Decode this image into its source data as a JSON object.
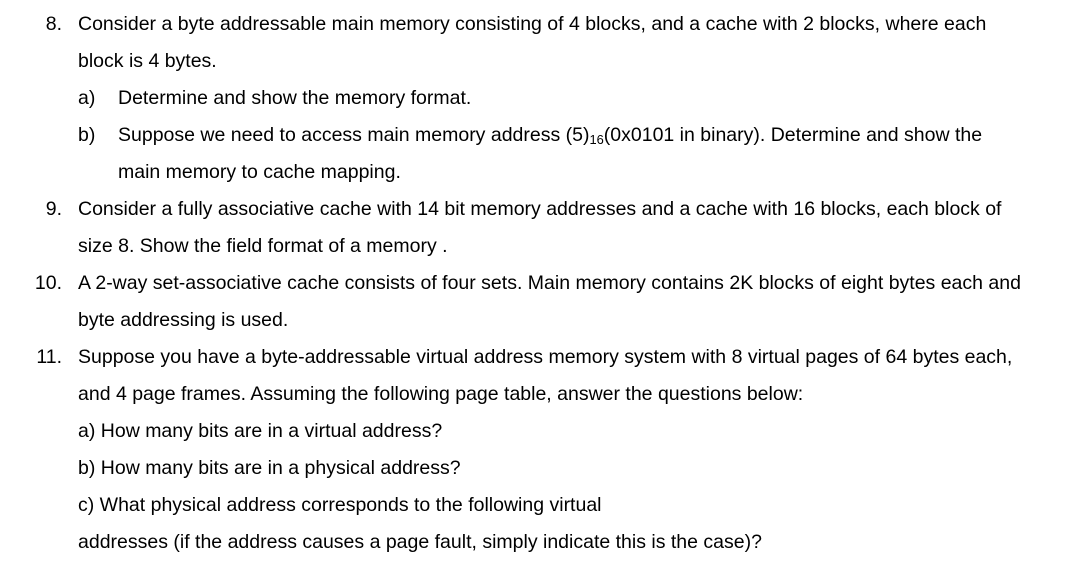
{
  "document": {
    "background_color": "#ffffff",
    "text_color": "#000000",
    "questions": [
      {
        "number": "8.",
        "text": "Consider a byte addressable main memory consisting of 4 blocks, and a cache with 2 blocks, where each block is 4 bytes.",
        "subitems": [
          {
            "marker": "a)",
            "text": "Determine and show the memory format."
          },
          {
            "marker": "b)",
            "text_before_sub": "Suppose we need to access main memory address (5)",
            "subscript": "16",
            "text_after_sub": "(0x0101 in binary). Determine and show the main memory to cache mapping."
          }
        ]
      },
      {
        "number": "9.",
        "text": "Consider a fully associative cache with 14 bit memory addresses and a cache with 16 blocks, each block of size 8. Show the field format of a memory ."
      },
      {
        "number": "10.",
        "text": "A 2-way set-associative cache consists of four sets. Main memory contains 2K blocks of eight bytes each and byte addressing is used."
      },
      {
        "number": "11.",
        "text": "Suppose you have a byte-addressable virtual address memory system with 8 virtual pages of 64 bytes each, and 4 page frames. Assuming the following page table, answer the questions below:",
        "subitems": [
          {
            "marker": "a)",
            "text": "How many bits are in a virtual address?"
          },
          {
            "marker": "b)",
            "text": "How many bits are in a physical address?"
          },
          {
            "marker": "c)",
            "text": "What physical address corresponds to the following virtual"
          }
        ],
        "continuation": "addresses (if the address causes a page fault, simply indicate this is the case)?"
      }
    ]
  }
}
